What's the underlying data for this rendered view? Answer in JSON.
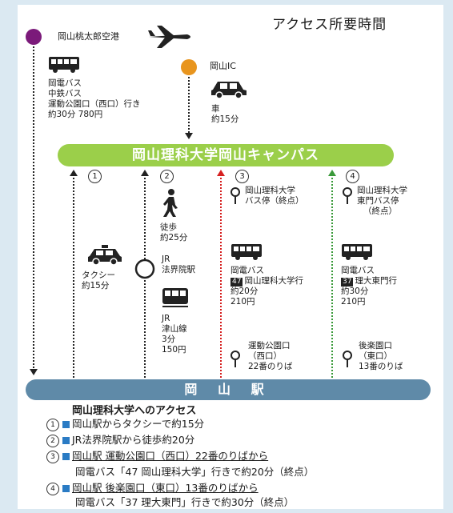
{
  "title": "アクセス所要時間",
  "origins": {
    "airport": "岡山桃太郎空港",
    "ic": "岡山IC"
  },
  "airport_bus": [
    "岡電バス",
    "中鉄バス",
    "運動公園口（西口）行き",
    "約30分 780円"
  ],
  "ic_car": [
    "車",
    "約15分"
  ],
  "campus": "岡山理科大学岡山キャンパス",
  "station": "岡 山 駅",
  "routes": {
    "r1": {
      "num": "1",
      "mode": "タクシー",
      "time": "約15分"
    },
    "r2": {
      "num": "2",
      "walk": "徒歩",
      "walk_time": "約25分",
      "stop": [
        "JR",
        "法界院駅"
      ],
      "train": [
        "JR",
        "津山線",
        "3分",
        "150円"
      ]
    },
    "r3": {
      "num": "3",
      "stop_top": [
        "岡山理科大学",
        "バス停（終点）"
      ],
      "bus": "岡電バス",
      "badge": "47",
      "dest": "岡山理科大学行",
      "time": "約20分",
      "fare": "210円",
      "stop_bottom": [
        "運動公園口",
        "（西口）",
        "22番のりば"
      ]
    },
    "r4": {
      "num": "4",
      "stop_top": [
        "岡山理科大学",
        "東門バス停",
        "（終点）"
      ],
      "bus": "岡電バス",
      "badge": "37",
      "dest": "理大東門行",
      "time": "約30分",
      "fare": "210円",
      "stop_bottom": [
        "後楽園口",
        "（東口）",
        "13番のりば"
      ]
    }
  },
  "access": {
    "title": "岡山理科大学へのアクセス",
    "items": [
      {
        "num": "1",
        "text": "岡山駅からタクシーで約15分"
      },
      {
        "num": "2",
        "text": "JR法界院駅から徒歩約20分"
      },
      {
        "num": "3",
        "text": "岡山駅 運動公園口（西口）22番のりばから",
        "sub": "岡電バス「47 岡山理科大学」行きで約20分（終点）"
      },
      {
        "num": "4",
        "text": "岡山駅 後楽園口（東口）13番のりばから",
        "sub": "岡電バス「37 理大東門」行きで約30分（終点）"
      }
    ]
  },
  "colors": {
    "airport": "#7b1a7a",
    "ic": "#e8951e",
    "campus": "#9bcf4a",
    "station": "#5f8aa8",
    "route3": "#d62020",
    "route4": "#3a9a3a",
    "square": "#2a7bc4"
  },
  "icons": [
    "airplane-icon",
    "bus-icon",
    "car-icon",
    "walk-icon",
    "taxi-icon",
    "train-icon",
    "station-ring-icon",
    "bus-stop-icon"
  ]
}
